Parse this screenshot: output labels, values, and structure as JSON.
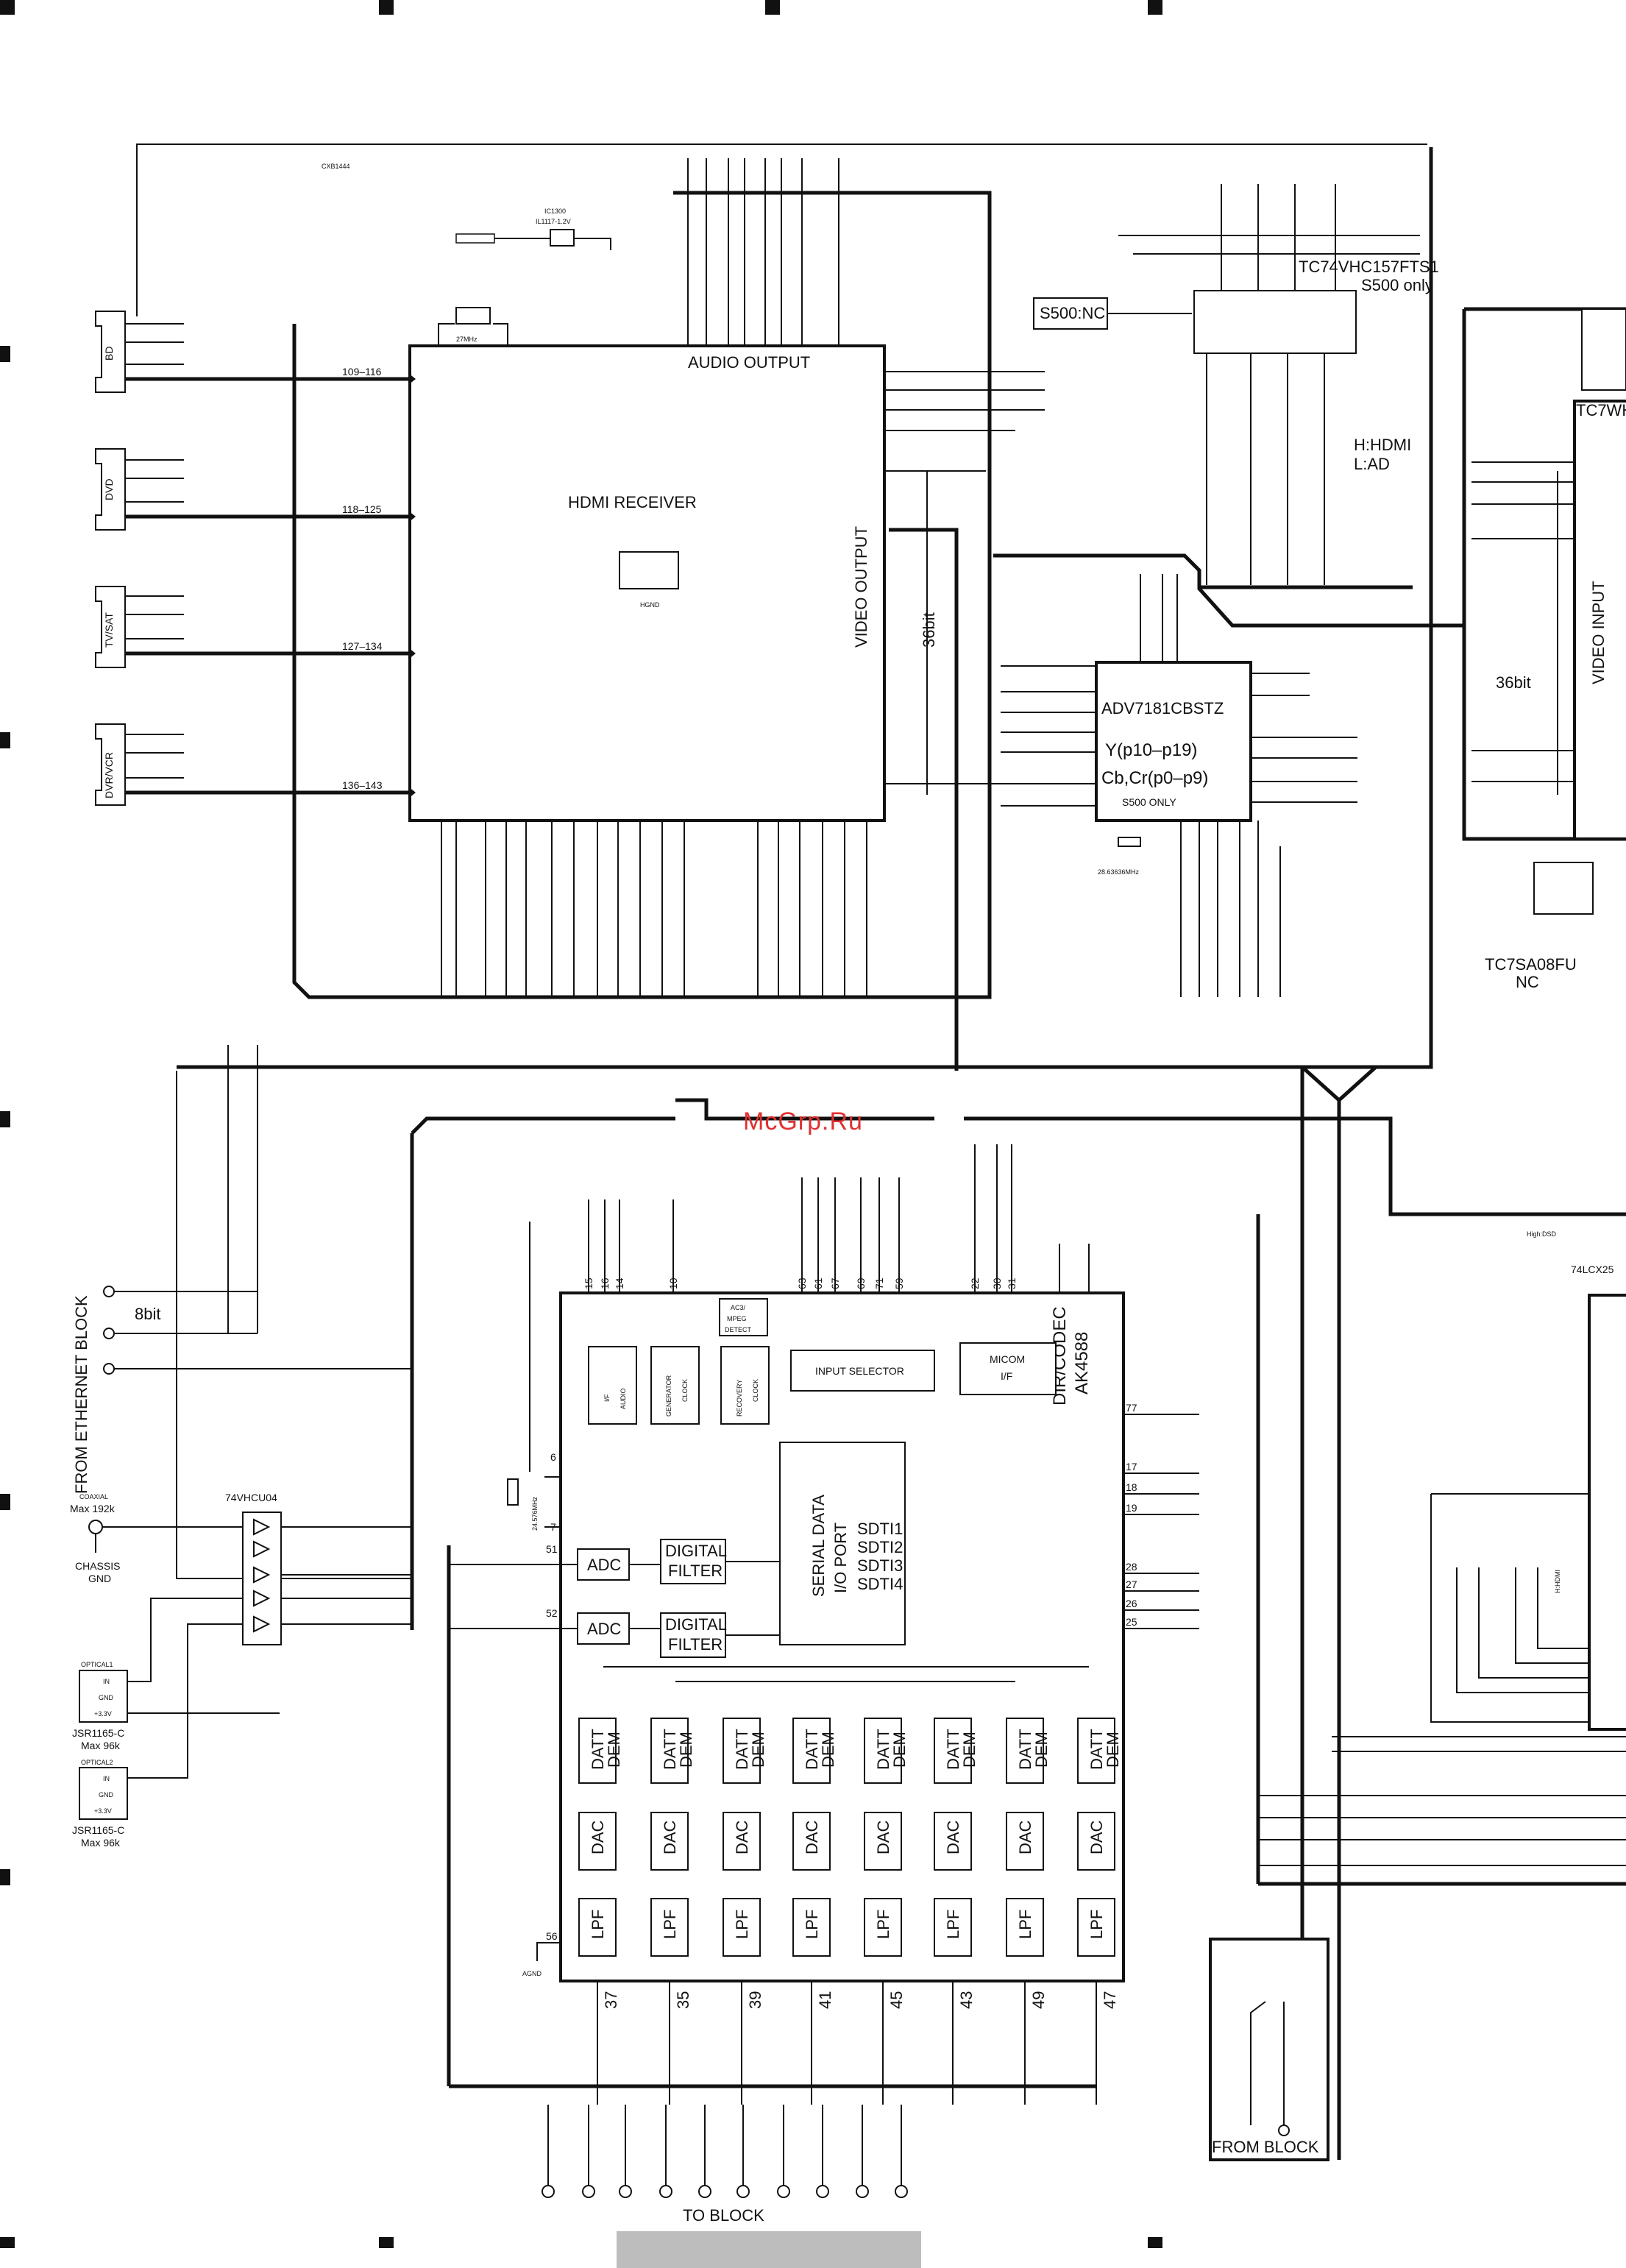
{
  "doc_id": "CXB1444",
  "watermark": "McGrp.Ru",
  "ic1300": {
    "ref": "IC1300",
    "part": "IL1117-1.2V"
  },
  "crystal_hdmi": "27MHz",
  "crystal_adv": "28.63636MHz",
  "crystal_ak": "24.576MHz",
  "hdmi_receiver": {
    "title": "HDMI RECEIVER",
    "audio_output": "AUDIO OUTPUT",
    "video_output": "VIDEO OUTPUT",
    "ground": "HGND",
    "bit36": "36bit"
  },
  "connectors": [
    {
      "name": "BD",
      "pins": "109–116"
    },
    {
      "name": "DVD",
      "pins": "118–125"
    },
    {
      "name": "TV/SAT",
      "pins": "127–134"
    },
    {
      "name": "DVR/VCR",
      "pins": "136–143"
    }
  ],
  "tc74": {
    "part": "TC74VHC157FTS1",
    "note": "S500 only",
    "s500nc": "S500:NC",
    "hl_h": "H:HDMI",
    "hl_l": "L:AD"
  },
  "adv": {
    "part": "ADV7181CBSTZ",
    "line1": "Y(p10–p19)",
    "line2": "Cb,Cr(p0–p9)",
    "note": "S500 ONLY"
  },
  "video_input": {
    "title": "VIDEO INPUT",
    "bit36": "36bit",
    "tc7w": "TC7WH"
  },
  "tc7sa": {
    "part": "TC7SA08FU",
    "note": "NC"
  },
  "ethernet": {
    "label": "FROM ETHERNET BLOCK",
    "bit8": "8bit"
  },
  "coax": {
    "label": "COAXIAL",
    "max": "Max 192k",
    "chassis": "CHASSIS",
    "gnd": "GND"
  },
  "inverter": "74VHCU04",
  "optical": [
    {
      "name": "OPTICAL1",
      "part": "JSR1165-C",
      "max": "Max 96k"
    },
    {
      "name": "OPTICAL2",
      "part": "JSR1165-C",
      "max": "Max 96k"
    }
  ],
  "opt_pins": [
    "IN",
    "GND",
    "+3.3V"
  ],
  "ak4588": {
    "title1": "DIR/CODEC",
    "title2": "AK4588",
    "ac3": [
      "AC3/",
      "MPEG",
      "DETECT"
    ],
    "input_selector": "INPUT SELECTOR",
    "micom": [
      "MICOM",
      "I/F"
    ],
    "if_audio": [
      "I/F",
      "AUDIO"
    ],
    "gen_clock": [
      "GENERATOR",
      "CLOCK"
    ],
    "rec_clock": [
      "RECOVERY",
      "CLOCK"
    ],
    "serial": [
      "SERIAL DATA",
      "I/O PORT"
    ],
    "sdti": [
      "SDTI1",
      "SDTI2",
      "SDTI3",
      "SDTI4"
    ],
    "adc": "ADC",
    "digital_filter": [
      "DIGITAL",
      "FILTER"
    ],
    "datt": [
      "DATT",
      "DEM"
    ],
    "dac": "DAC",
    "lpf": "LPF",
    "agnd": "AGND",
    "top_pins": [
      "15",
      "16",
      "14",
      "10",
      "63",
      "61",
      "67",
      "69",
      "71",
      "59",
      "22",
      "30",
      "31"
    ],
    "bottom_pins": [
      "37",
      "35",
      "39",
      "41",
      "45",
      "43",
      "49",
      "47"
    ],
    "right_pins": [
      "77",
      "17",
      "18",
      "19",
      "28",
      "27",
      "26",
      "25"
    ],
    "left_pins": [
      "6",
      "7",
      "51",
      "52",
      "56"
    ]
  },
  "to_block": "TO BLOCK",
  "from_block": "FROM BLOCK",
  "lcx": "74LCX25",
  "high_dsd": "High:DSD",
  "h_hdmi": "H:HDMI"
}
